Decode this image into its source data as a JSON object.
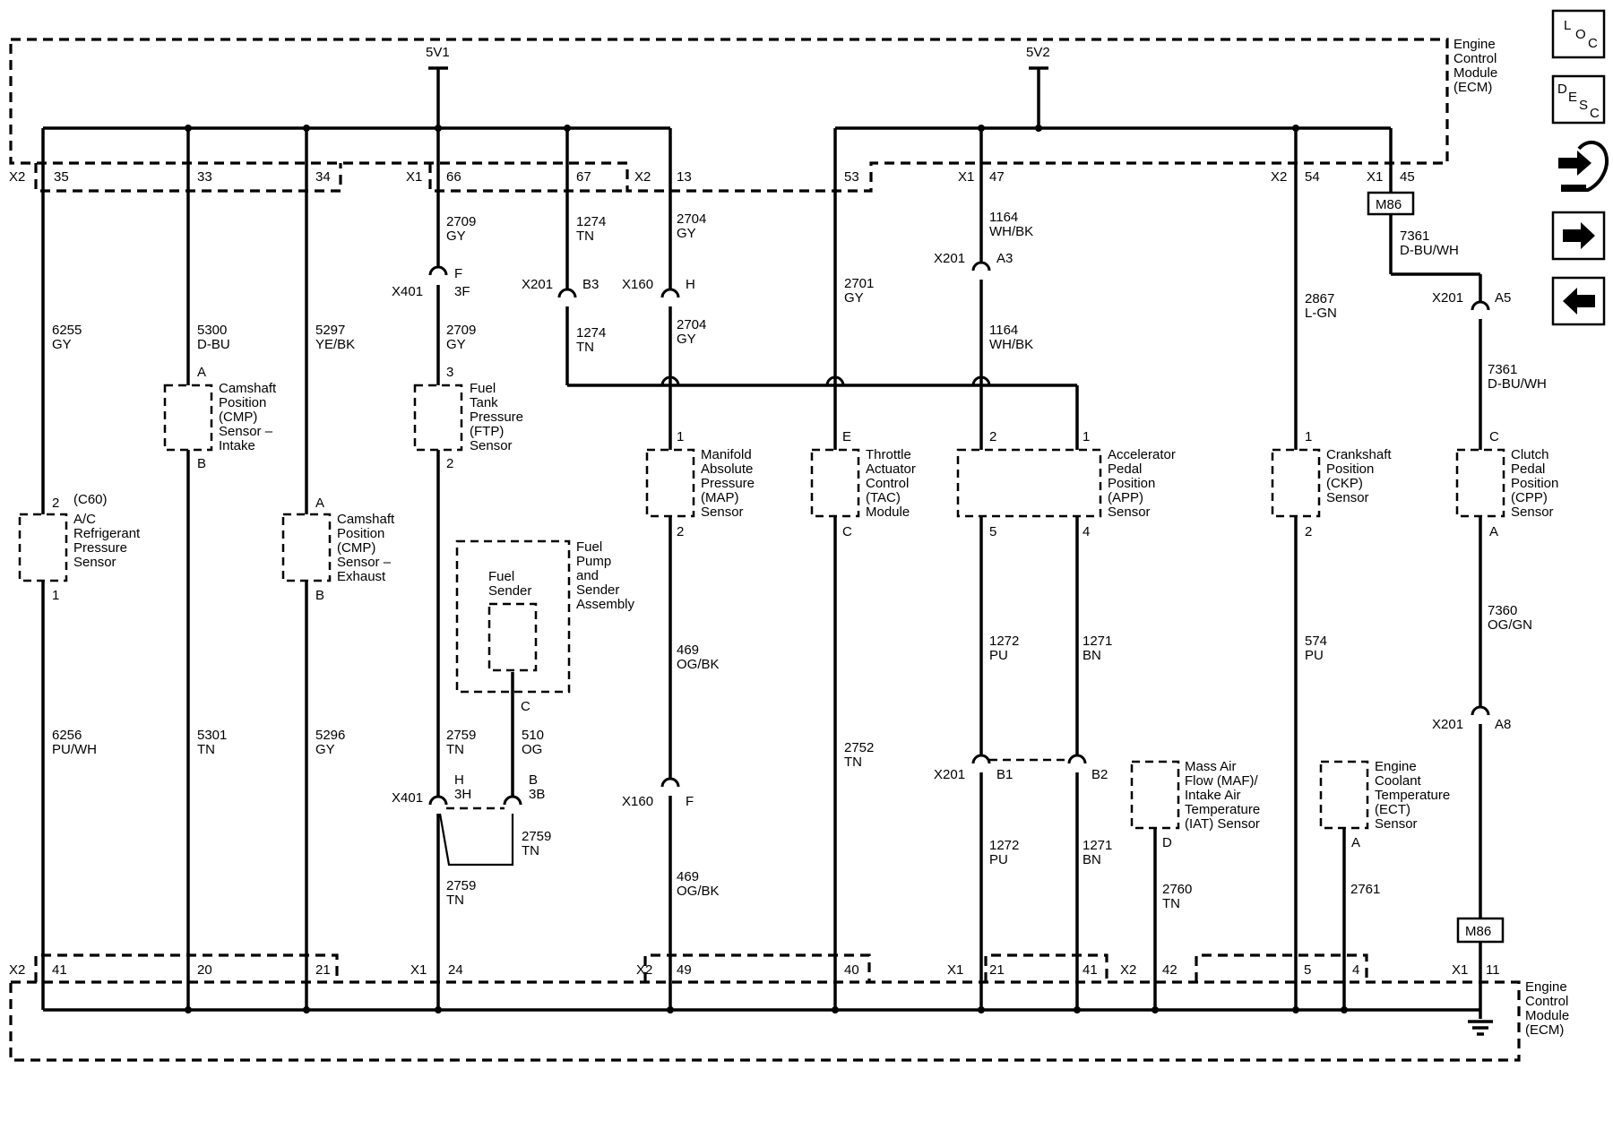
{
  "ecm_label_top": [
    "Engine",
    "Control",
    "Module",
    "(ECM)"
  ],
  "ecm_label_bottom": [
    "Engine",
    "Control",
    "Module",
    "(ECM)"
  ],
  "power": {
    "v1": "5V1",
    "v2": "5V2"
  },
  "nav_buttons": {
    "location": [
      "L",
      "O",
      "C"
    ],
    "description": [
      "D",
      "E",
      "S",
      "C"
    ]
  },
  "top_pins": {
    "p35": "35",
    "p33": "33",
    "p34": "34",
    "p66": "66",
    "p67": "67",
    "p13": "13",
    "p53": "53",
    "p47": "47",
    "p54": "54",
    "p45": "45",
    "x2a": "X2",
    "x1a": "X1",
    "x2b": "X2",
    "x1b": "X1",
    "x2c": "X2",
    "x1c": "X1"
  },
  "bottom_pins": {
    "p41": "41",
    "p20": "20",
    "p21": "21",
    "p24": "24",
    "p49": "49",
    "p40": "40",
    "p21b": "21",
    "p41b": "41",
    "p42": "42",
    "p5": "5",
    "p4": "4",
    "p11": "11",
    "x2a": "X2",
    "x1a": "X1",
    "x2b": "X2",
    "x1b": "X1",
    "x2c": "X2",
    "x1c": "X1"
  },
  "wires": {
    "w6255": [
      "6255",
      "GY"
    ],
    "w6256": [
      "6256",
      "PU/WH"
    ],
    "w5300": [
      "5300",
      "D-BU"
    ],
    "w5301": [
      "5301",
      "TN"
    ],
    "w5297": [
      "5297",
      "YE/BK"
    ],
    "w5296": [
      "5296",
      "GY"
    ],
    "w2709a": [
      "2709",
      "GY"
    ],
    "w2709b": [
      "2709",
      "GY"
    ],
    "w2759a": [
      "2759",
      "TN"
    ],
    "w2759b": [
      "2759",
      "TN"
    ],
    "w2759c": [
      "2759",
      "TN"
    ],
    "w510": [
      "510",
      "OG"
    ],
    "w1274a": [
      "1274",
      "TN"
    ],
    "w1274b": [
      "1274",
      "TN"
    ],
    "w2704a": [
      "2704",
      "GY"
    ],
    "w2704b": [
      "2704",
      "GY"
    ],
    "w469a": [
      "469",
      "OG/BK"
    ],
    "w469b": [
      "469",
      "OG/BK"
    ],
    "w2701": [
      "2701",
      "GY"
    ],
    "w2752": [
      "2752",
      "TN"
    ],
    "w1164a": [
      "1164",
      "WH/BK"
    ],
    "w1164b": [
      "1164",
      "WH/BK"
    ],
    "w1272a": [
      "1272",
      "PU"
    ],
    "w1272b": [
      "1272",
      "PU"
    ],
    "w1271a": [
      "1271",
      "BN"
    ],
    "w1271b": [
      "1271",
      "BN"
    ],
    "w2760": [
      "2760",
      "TN"
    ],
    "w2867": [
      "2867",
      "L-GN"
    ],
    "w574": [
      "574",
      "PU"
    ],
    "w2761": [
      "2761"
    ],
    "w7361a": [
      "7361",
      "D-BU/WH"
    ],
    "w7361b": [
      "7361",
      "D-BU/WH"
    ],
    "w7360": [
      "7360",
      "OG/GN"
    ]
  },
  "inline_connectors": {
    "x401": "X401",
    "x401f": "F",
    "x401f3": "3F",
    "x401b": "X401",
    "x401h": "H",
    "x401h3": "3H",
    "x401bb": "B",
    "x401b3": "3B",
    "x201b3": "X201",
    "b3": "B3",
    "x160h": "X160",
    "h": "H",
    "x201a3": "X201",
    "a3": "A3",
    "x201a5": "X201",
    "a5": "A5",
    "x160f": "X160",
    "f": "F",
    "x201b1": "X201",
    "b1": "B1",
    "b2": "B2",
    "x201a8": "X201",
    "a8": "A8",
    "m86a": "M86",
    "m86b": "M86"
  },
  "components": {
    "ac": {
      "conn": "(C60)",
      "lines": [
        "A/C",
        "Refrigerant",
        "Pressure",
        "Sensor"
      ],
      "pin_top": "2",
      "pin_bot": "1"
    },
    "cmp_in": {
      "lines": [
        "Camshaft",
        "Position",
        "(CMP)",
        "Sensor –",
        "Intake"
      ],
      "pin_top": "A",
      "pin_bot": "B"
    },
    "cmp_ex": {
      "lines": [
        "Camshaft",
        "Position",
        "(CMP)",
        "Sensor –",
        "Exhaust"
      ],
      "pin_top": "A",
      "pin_bot": "B"
    },
    "ftp": {
      "lines": [
        "Fuel",
        "Tank",
        "Pressure",
        "(FTP)",
        "Sensor"
      ],
      "pin_top": "3",
      "pin_bot": "2"
    },
    "fuel_pump": {
      "lines": [
        "Fuel",
        "Pump",
        "and",
        "Sender",
        "Assembly"
      ],
      "sender": [
        "Fuel",
        "Sender"
      ],
      "pin": "C"
    },
    "map": {
      "lines": [
        "Manifold",
        "Absolute",
        "Pressure",
        "(MAP)",
        "Sensor"
      ],
      "pin_top": "1",
      "pin_bot": "2"
    },
    "tac": {
      "lines": [
        "Throttle",
        "Actuator",
        "Control",
        "(TAC)",
        "Module"
      ],
      "pin_top": "E",
      "pin_bot": "C"
    },
    "app": {
      "lines": [
        "Accelerator",
        "Pedal",
        "Position",
        "(APP)",
        "Sensor"
      ],
      "pin_t1": "2",
      "pin_t2": "1",
      "pin_b1": "5",
      "pin_b2": "4"
    },
    "maf": {
      "lines": [
        "Mass Air",
        "Flow (MAF)/",
        "Intake Air",
        "Temperature",
        "(IAT) Sensor"
      ],
      "pin": "D"
    },
    "ckp": {
      "lines": [
        "Crankshaft",
        "Position",
        "(CKP)",
        "Sensor"
      ],
      "pin_top": "1",
      "pin_bot": "2"
    },
    "ect": {
      "lines": [
        "Engine",
        "Coolant",
        "Temperature",
        "(ECT)",
        "Sensor"
      ],
      "pin": "A"
    },
    "cpp": {
      "lines": [
        "Clutch",
        "Pedal",
        "Position",
        "(CPP)",
        "Sensor"
      ],
      "pin_top": "C",
      "pin_bot": "A"
    }
  }
}
